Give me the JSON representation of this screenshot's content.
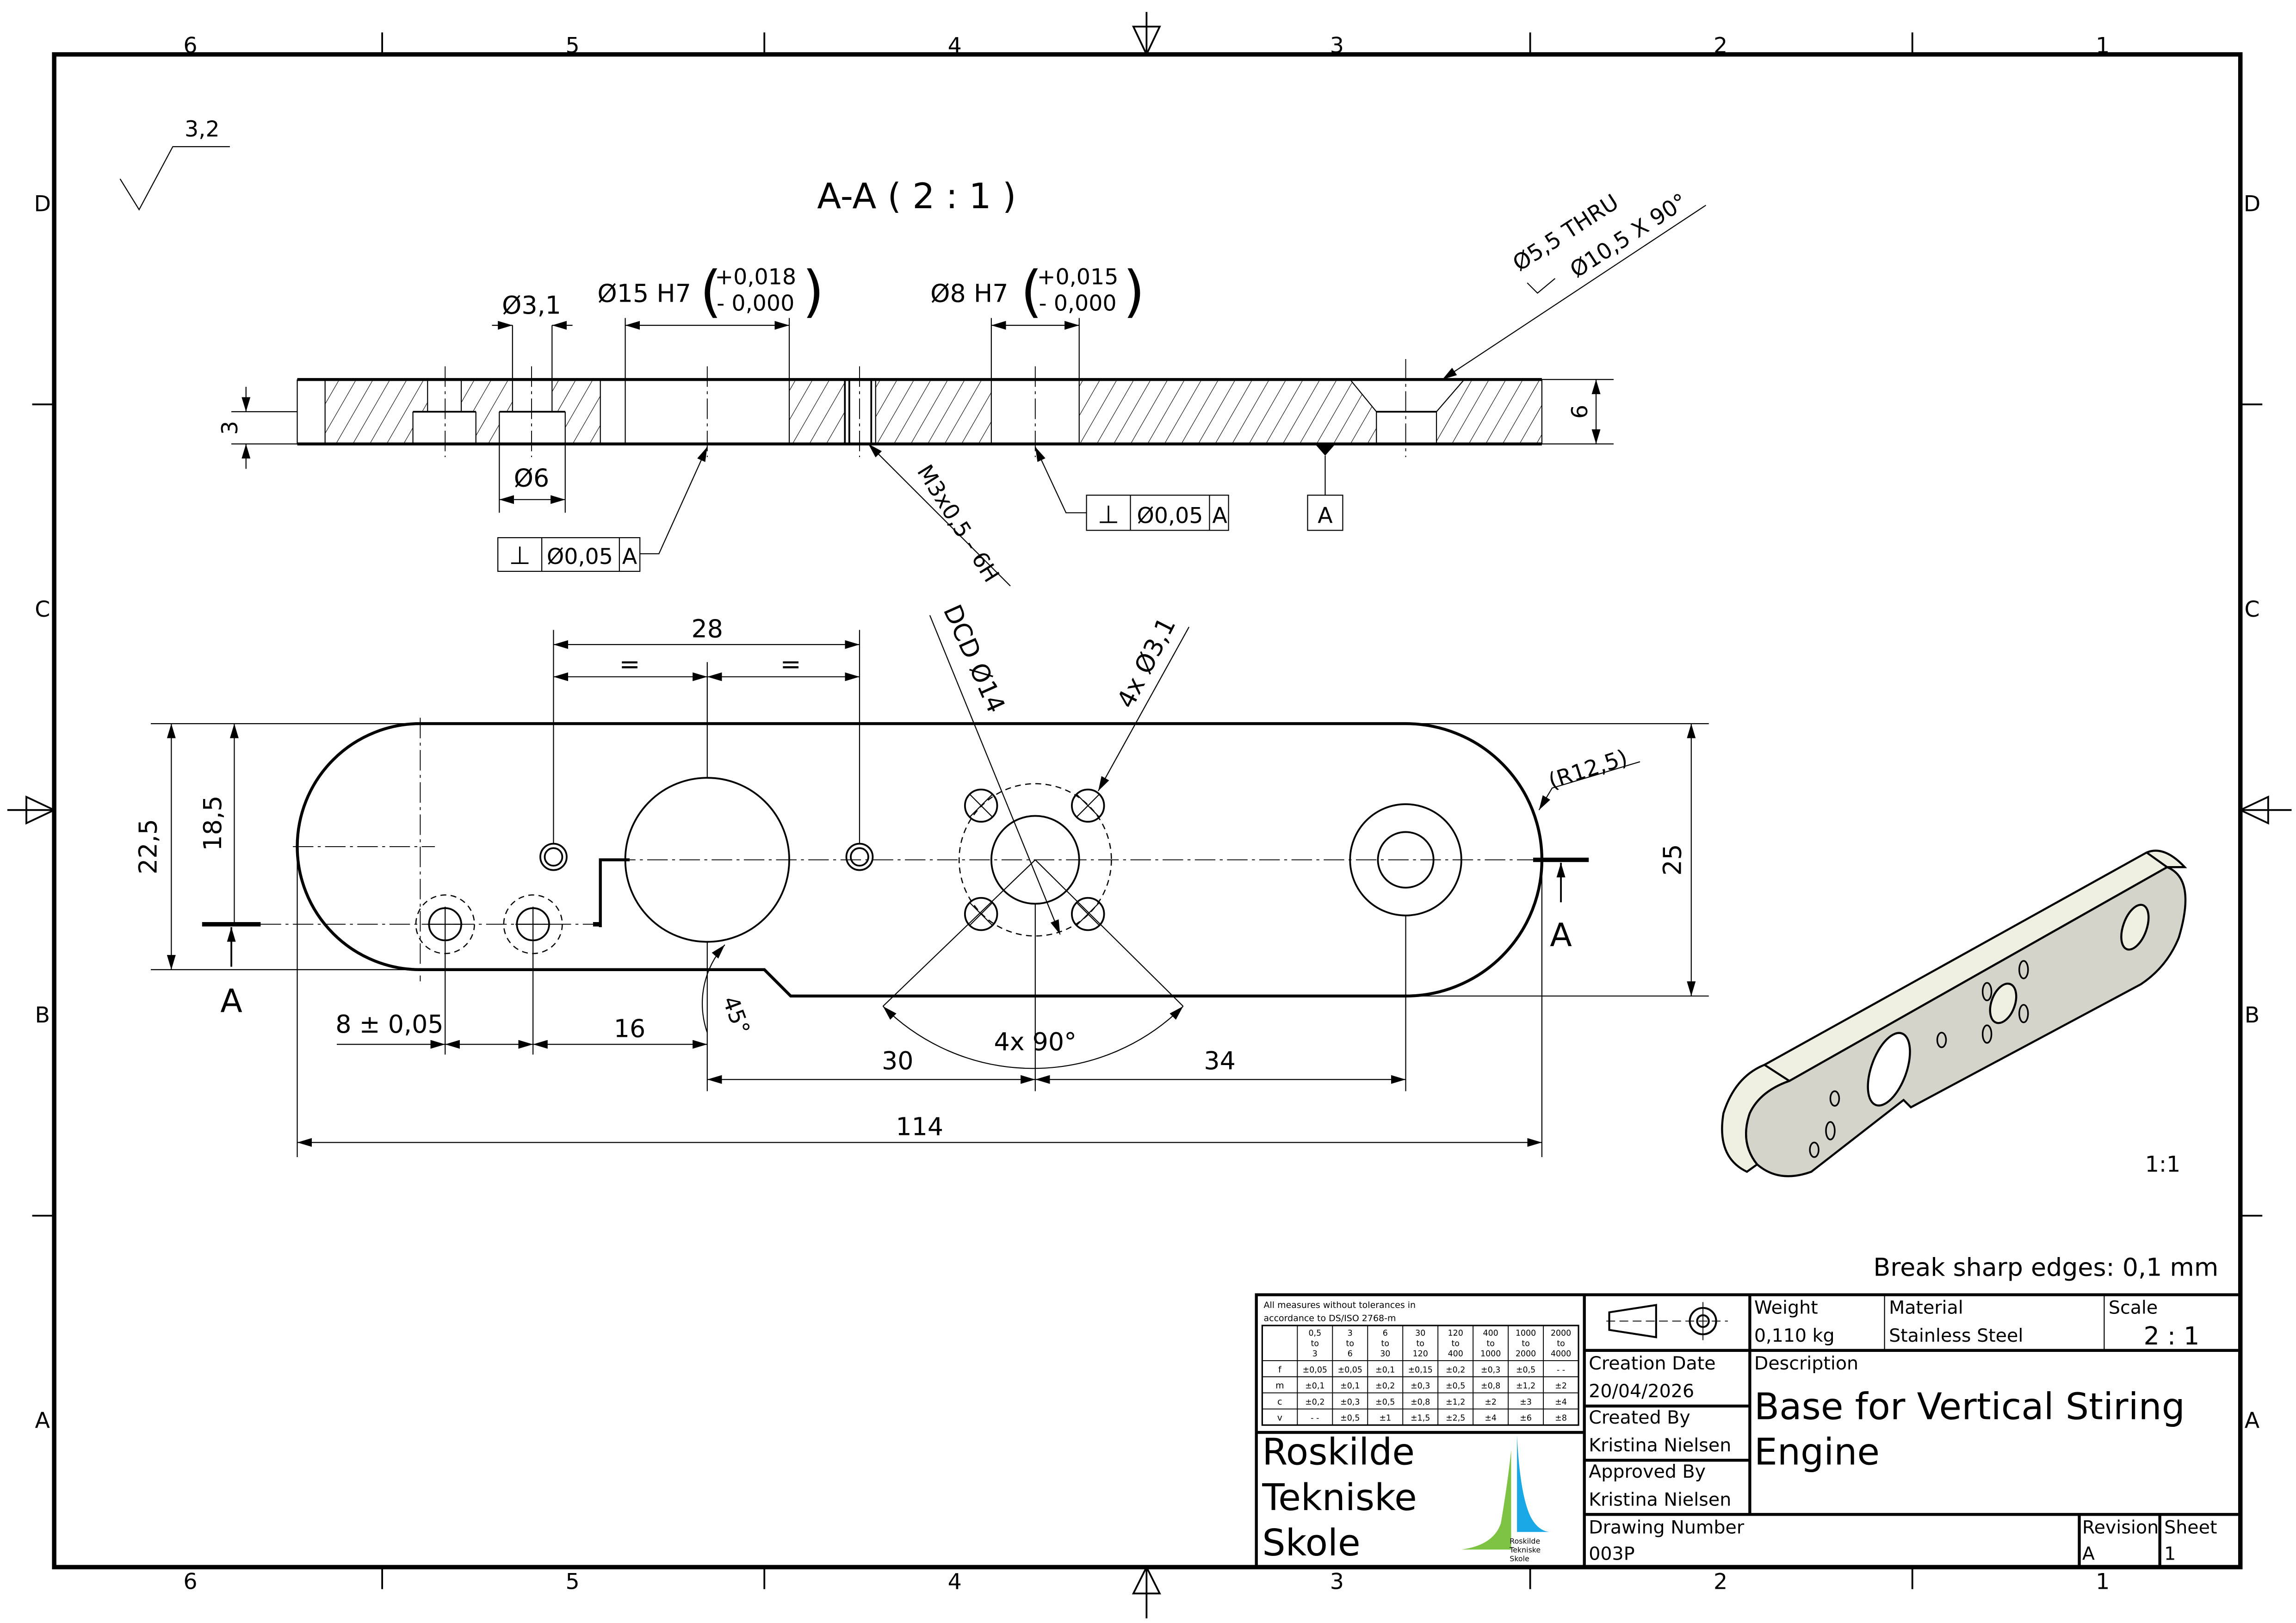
{
  "sheet": {
    "zones_h": [
      "6",
      "5",
      "4",
      "3",
      "2",
      "1"
    ],
    "zones_v": [
      "D",
      "C",
      "B",
      "A"
    ]
  },
  "surface_finish": "3,2",
  "section_view": {
    "title": "A-A ( 2 : 1 )",
    "small_hole": "Ø3,1",
    "counterbore": "Ø6",
    "bore_large": "Ø15 H7",
    "bore_large_tol_upper": "+0,018",
    "bore_large_tol_lower": "- 0,000",
    "bore_small": "Ø8 H7",
    "bore_small_tol_upper": "+0,015",
    "bore_small_tol_lower": "- 0,000",
    "countersink_line1": "Ø5,5 THRU",
    "countersink_line2": "Ø10,5 X 90°",
    "thread": "M3x0,5 - 6H",
    "step_depth": "3",
    "thickness": "6",
    "fcf_left": {
      "symbol": "⊥",
      "tolerance": "Ø0,05",
      "datum": "A"
    },
    "fcf_right": {
      "symbol": "⊥",
      "tolerance": "Ø0,05",
      "datum": "A"
    },
    "datum_label": "A"
  },
  "plan_view": {
    "dim_28": "28",
    "equal_left": "=",
    "equal_right": "=",
    "dcd": "DCD Ø14",
    "holes_4x": "4x Ø3,1",
    "radius": "(R12,5)",
    "dim_22_5": "22,5",
    "dim_18_5": "18,5",
    "dim_25": "25",
    "dim_8": "8 ± 0,05",
    "dim_16": "16",
    "angle_45": "45°",
    "dim_30": "30",
    "angle_4x90": "4x 90°",
    "dim_34": "34",
    "dim_114": "114",
    "section_label_left": "A",
    "section_label_right": "A"
  },
  "iso_view": {
    "scale": "1:1"
  },
  "note": "Break sharp edges: 0,1 mm",
  "tolerance_table": {
    "caption_line1": "All measures without tolerances in",
    "caption_line2": "accordance to DS/ISO 2768-m",
    "ranges": [
      [
        "0,5",
        "to",
        "3"
      ],
      [
        "3",
        "to",
        "6"
      ],
      [
        "6",
        "to",
        "30"
      ],
      [
        "30",
        "to",
        "120"
      ],
      [
        "120",
        "to",
        "400"
      ],
      [
        "400",
        "to",
        "1000"
      ],
      [
        "1000",
        "to",
        "2000"
      ],
      [
        "2000",
        "to",
        "4000"
      ]
    ],
    "rows": [
      {
        "class": "f",
        "values": [
          "±0,05",
          "±0,05",
          "±0,1",
          "±0,15",
          "±0,2",
          "±0,3",
          "±0,5",
          "- -"
        ]
      },
      {
        "class": "m",
        "values": [
          "±0,1",
          "±0,1",
          "±0,2",
          "±0,3",
          "±0,5",
          "±0,8",
          "±1,2",
          "±2"
        ]
      },
      {
        "class": "c",
        "values": [
          "±0,2",
          "±0,3",
          "±0,5",
          "±0,8",
          "±1,2",
          "±2",
          "±3",
          "±4"
        ]
      },
      {
        "class": "v",
        "values": [
          "- -",
          "±0,5",
          "±1",
          "±1,5",
          "±2,5",
          "±4",
          "±6",
          "±8"
        ]
      }
    ]
  },
  "title_block": {
    "school_line1": "Roskilde",
    "school_line2": "Tekniske",
    "school_line3": "Skole",
    "logo_text": "Roskilde Tekniske Skole",
    "weight_label": "Weight",
    "weight_value": "0,110 kg",
    "material_label": "Material",
    "material_value": "Stainless Steel",
    "scale_label": "Scale",
    "scale_value": "2 : 1",
    "creation_date_label": "Creation Date",
    "creation_date_value": "20/04/2026",
    "created_by_label": "Created By",
    "created_by_value": "Kristina Nielsen",
    "approved_by_label": "Approved By",
    "approved_by_value": "Kristina Nielsen",
    "description_label": "Description",
    "description_line1": "Base for Vertical Stiring",
    "description_line2": "Engine",
    "drawing_number_label": "Drawing Number",
    "drawing_number_value": "003P",
    "revision_label": "Revision",
    "revision_value": "A",
    "sheet_label": "Sheet",
    "sheet_value": "1"
  },
  "colors": {
    "face": "#d4d4ca",
    "side": "#efefe2",
    "logo_green": "#7dc242",
    "logo_blue": "#1aa7e6"
  }
}
